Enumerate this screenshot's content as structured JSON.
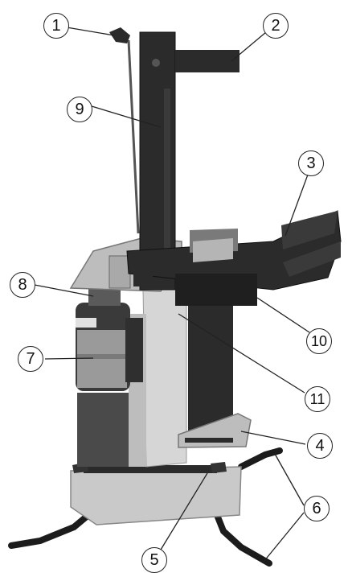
{
  "callouts": [
    {
      "id": "1",
      "label": "1"
    },
    {
      "id": "2",
      "label": "2"
    },
    {
      "id": "3",
      "label": "3"
    },
    {
      "id": "4",
      "label": "4"
    },
    {
      "id": "5",
      "label": "5"
    },
    {
      "id": "6",
      "label": "6"
    },
    {
      "id": "7",
      "label": "7"
    },
    {
      "id": "8",
      "label": "8"
    },
    {
      "id": "9",
      "label": "9"
    },
    {
      "id": "10",
      "label": "10"
    },
    {
      "id": "11",
      "label": "11"
    }
  ],
  "colors": {
    "column": "#2b2b2b",
    "column_edge": "#111111",
    "table": "#bdbdbd",
    "base": "#c9c9c9",
    "body": "#d6d6d6",
    "motor": "#3a3a3a",
    "motor_gray": "#9a9a9a",
    "legs": "#1c1c1c",
    "outline": "#222222"
  }
}
